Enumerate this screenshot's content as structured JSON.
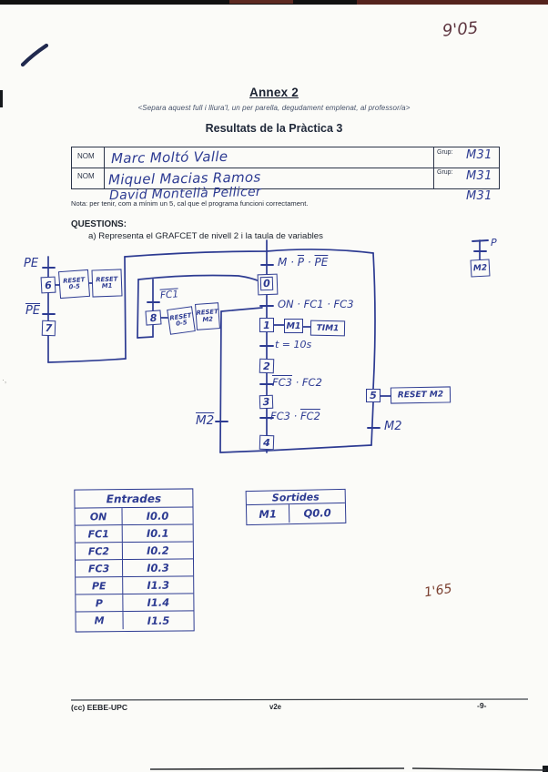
{
  "marks": {
    "grade_top": "9'05",
    "grade_bottom": "1'65",
    "edge_smudge": "·‚"
  },
  "header": {
    "title": "Annex 2",
    "subtitle": "<Separa aquest full i lliura'l, un per parella, degudament emplenat, al professor/a>",
    "heading": "Resultats de la Pràctica 3"
  },
  "name_table": {
    "rows": [
      {
        "label": "NOM",
        "name": "Marc Moltó Valle",
        "grup_label": "Grup:",
        "grup": "M31"
      },
      {
        "label": "NOM",
        "name": "Miquel Macias Ramos",
        "grup_label": "Grup:",
        "grup": "M31"
      }
    ],
    "extra_name": "David Montellà Pellicer",
    "extra_grup": "M31"
  },
  "note": "Nota: per tenir, com a mínim un 5, cal que el programa funcioni correctament.",
  "questions": {
    "label": "QUESTIONS:",
    "item_a": "a)  Representa el GRAFCET de nivell 2 i la taula de variables"
  },
  "grafcet": {
    "steps": {
      "s0": "0",
      "s1": "1",
      "s2": "2",
      "s3": "3",
      "s4": "4",
      "s5": "5",
      "s6": "6",
      "s7": "7",
      "s8": "8",
      "m2_latch": "M2"
    },
    "actions": {
      "reset05_a": [
        "RESET",
        "0-5"
      ],
      "reset_m1": [
        "RESET",
        "M1"
      ],
      "reset05_b": [
        "RESET",
        "0-5"
      ],
      "reset_m2_b": [
        "RESET",
        "M2"
      ],
      "m1": "M1",
      "tim1": "TIM1",
      "reset_m2": "RESET M2"
    },
    "transitions": {
      "pe": [
        {
          "t": "PE",
          "ov": false
        }
      ],
      "pe_bar": [
        {
          "t": "PE",
          "ov": true
        }
      ],
      "fc1_bar": [
        {
          "t": "FC1",
          "ov": true
        }
      ],
      "start": [
        {
          "t": "M · ",
          "ov": false
        },
        {
          "t": "P",
          "ov": true
        },
        {
          "t": " · ",
          "ov": false
        },
        {
          "t": "PE",
          "ov": true
        }
      ],
      "on": [
        {
          "t": "ON · FC1 · FC3",
          "ov": false
        }
      ],
      "timer": [
        {
          "t": "t = 10s",
          "ov": false
        }
      ],
      "t2": [
        {
          "t": "FC3",
          "ov": true
        },
        {
          "t": " · FC2",
          "ov": false
        }
      ],
      "t3": [
        {
          "t": "FC3 · ",
          "ov": false
        },
        {
          "t": "FC2",
          "ov": true
        }
      ],
      "m2_bar": [
        {
          "t": "M2",
          "ov": true
        }
      ],
      "m2": [
        {
          "t": "M2",
          "ov": false
        }
      ],
      "p": [
        {
          "t": "P",
          "ov": false
        }
      ]
    }
  },
  "entrades": {
    "title": "Entrades",
    "rows": [
      [
        "ON",
        "I0.0"
      ],
      [
        "FC1",
        "I0.1"
      ],
      [
        "FC2",
        "I0.2"
      ],
      [
        "FC3",
        "I0.3"
      ],
      [
        "PE",
        "I1.3"
      ],
      [
        "P",
        "I1.4"
      ],
      [
        "M",
        "I1.5"
      ]
    ]
  },
  "sortides": {
    "title": "Sortides",
    "rows": [
      [
        "M1",
        "Q0.0"
      ]
    ]
  },
  "footer": {
    "left": "(cc) EEBE-UPC",
    "center": "v2e",
    "right": "-9-"
  },
  "ink": {
    "blue": "#2d3b92",
    "print": "#242b36",
    "grade": "#5e3640"
  }
}
